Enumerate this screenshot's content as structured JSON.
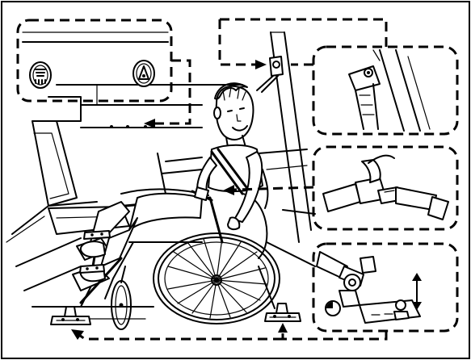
{
  "figure": {
    "subject": "wheelchair-securement-illustration",
    "palette": {
      "ink": "#000000",
      "paper": "#ffffff"
    },
    "inset_panels": [
      {
        "name": "floor-anchor-buttons-detail",
        "icon": "floor-anchor-icon"
      },
      {
        "name": "shoulder-belt-anchor-detail",
        "icon": "shoulder-anchor-icon"
      },
      {
        "name": "lap-belt-buckle-detail",
        "icon": "belt-buckle-icon"
      },
      {
        "name": "tie-down-retractor-detail",
        "icon": "tie-down-retractor-icon"
      }
    ]
  }
}
